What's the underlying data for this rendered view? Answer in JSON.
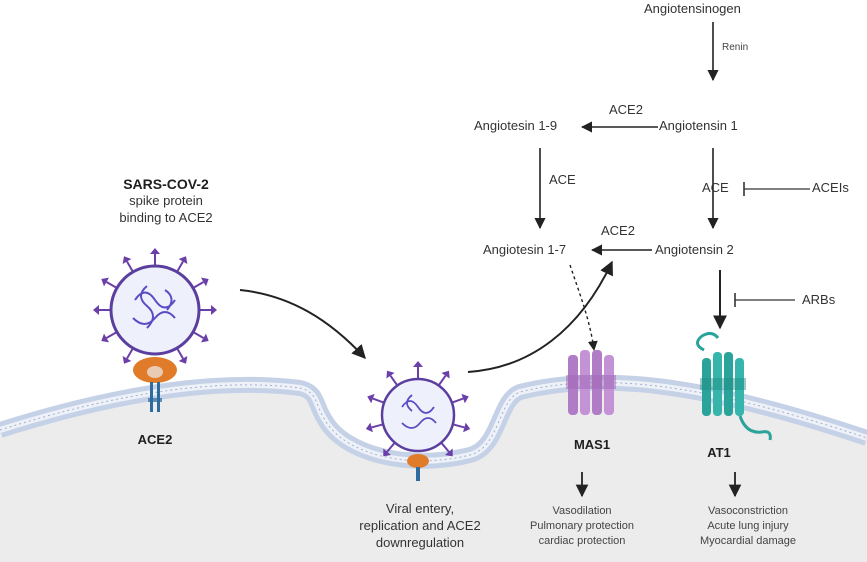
{
  "pathway": {
    "angiotensinogen": "Angiotensinogen",
    "renin": "Renin",
    "angiotensin_1": "Angiotensin 1",
    "ace2_top": "ACE2",
    "angiotesin_1_9": "Angiotesin 1-9",
    "ace_left": "ACE",
    "ace_right": "ACE",
    "aceis": "ACEIs",
    "ace2_mid": "ACE2",
    "angiotesin_1_7": "Angiotesin 1-7",
    "angiotensin_2": "Angiotensin 2",
    "arbs": "ARBs"
  },
  "virus": {
    "title": "SARS-COV-2",
    "subtitle_line1": "spike protein",
    "subtitle_line2": "binding to ACE2"
  },
  "receptors": {
    "ace2": "ACE2",
    "mas1": "MAS1",
    "at1": "AT1"
  },
  "entry": {
    "line1": "Viral entery,",
    "line2": "replication and ACE2",
    "line3": "downregulation"
  },
  "mas1_effects": [
    "Vasodilation",
    "Pulmonary protection",
    "cardiac protection"
  ],
  "at1_effects": [
    "Vasoconstriction",
    "Acute lung injury",
    "Myocardial damage"
  ],
  "colors": {
    "virus_outline": "#5b3f9e",
    "virus_fill": "#eef0fb",
    "spike": "#6a3fa8",
    "ace2_receptor": "#e07b2a",
    "mas1": "#b07cc6",
    "at1": "#2aa39a",
    "membrane": "#c8d3e6",
    "cell": "#ececec"
  }
}
